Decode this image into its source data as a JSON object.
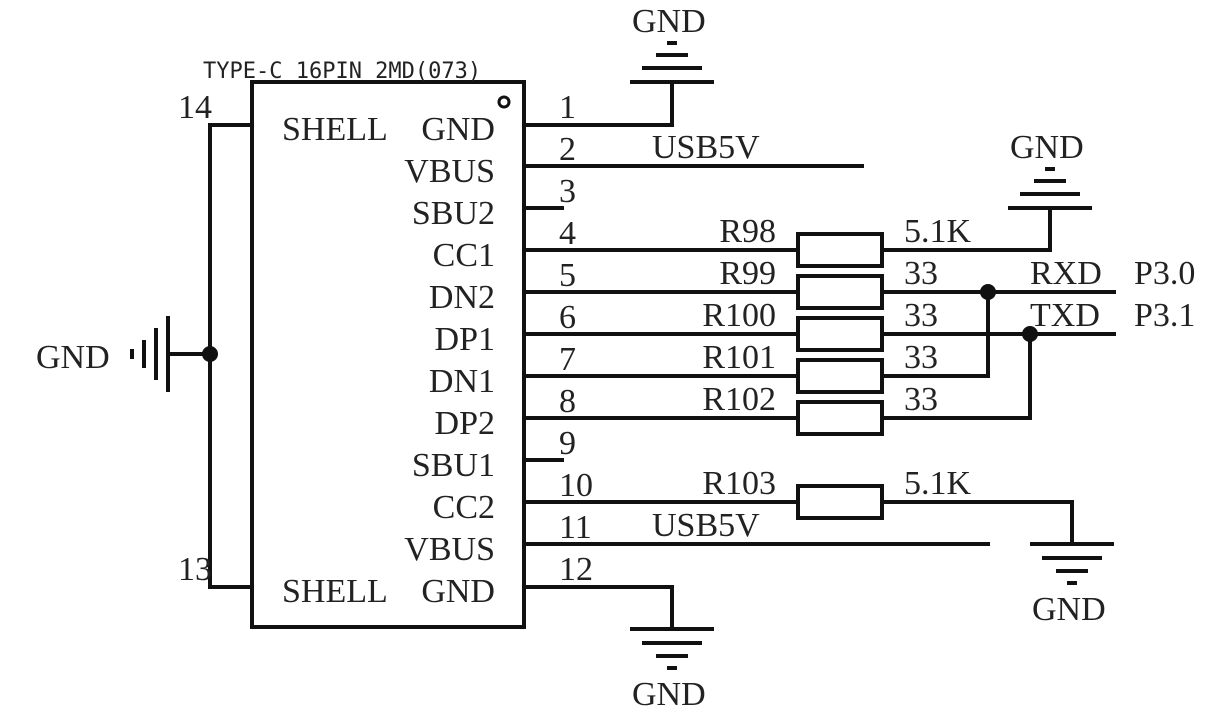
{
  "component": {
    "part_label": "TYPE-C 16PIN 2MD(073)",
    "shell_top_label": "SHELL",
    "shell_bottom_label": "SHELL",
    "shell_top_pin": "14",
    "shell_bottom_pin": "13",
    "pins": [
      {
        "num": "1",
        "name": "GND",
        "net": ""
      },
      {
        "num": "2",
        "name": "VBUS",
        "net": "USB5V"
      },
      {
        "num": "3",
        "name": "SBU2",
        "net": ""
      },
      {
        "num": "4",
        "name": "CC1",
        "net": ""
      },
      {
        "num": "5",
        "name": "DN2",
        "net": ""
      },
      {
        "num": "6",
        "name": "DP1",
        "net": ""
      },
      {
        "num": "7",
        "name": "DN1",
        "net": ""
      },
      {
        "num": "8",
        "name": "DP2",
        "net": ""
      },
      {
        "num": "9",
        "name": "SBU1",
        "net": ""
      },
      {
        "num": "10",
        "name": "CC2",
        "net": ""
      },
      {
        "num": "11",
        "name": "VBUS",
        "net": "USB5V"
      },
      {
        "num": "12",
        "name": "GND",
        "net": ""
      }
    ]
  },
  "resistors": [
    {
      "ref": "R98",
      "value": "5.1K"
    },
    {
      "ref": "R99",
      "value": "33"
    },
    {
      "ref": "R100",
      "value": "33"
    },
    {
      "ref": "R101",
      "value": "33"
    },
    {
      "ref": "R102",
      "value": "33"
    },
    {
      "ref": "R103",
      "value": "5.1K"
    }
  ],
  "nets": {
    "rxd": "RXD",
    "txd": "TXD",
    "p30": "P3.0",
    "p31": "P3.1"
  },
  "ground_labels": {
    "top": "GND",
    "cc1": "GND",
    "left": "GND",
    "cc2": "GND",
    "bottom": "GND"
  }
}
